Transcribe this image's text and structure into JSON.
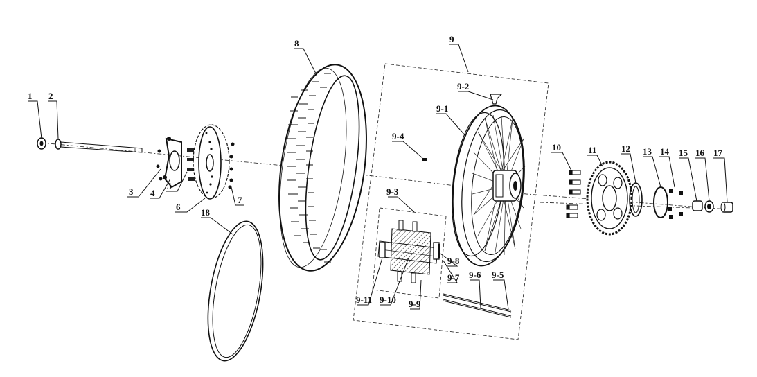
{
  "parts": [
    {
      "id": "p1",
      "label": "1"
    },
    {
      "id": "p2",
      "label": "2"
    },
    {
      "id": "p3",
      "label": "3"
    },
    {
      "id": "p4",
      "label": "4"
    },
    {
      "id": "p5",
      "label": "5"
    },
    {
      "id": "p6",
      "label": "6"
    },
    {
      "id": "p7",
      "label": "7"
    },
    {
      "id": "p8",
      "label": "8"
    },
    {
      "id": "p9",
      "label": "9"
    },
    {
      "id": "p9_1",
      "label": "9-1"
    },
    {
      "id": "p9_2",
      "label": "9-2"
    },
    {
      "id": "p9_3",
      "label": "9-3"
    },
    {
      "id": "p9_4",
      "label": "9-4"
    },
    {
      "id": "p9_5",
      "label": "9-5"
    },
    {
      "id": "p9_6",
      "label": "9-6"
    },
    {
      "id": "p9_7",
      "label": "9-7"
    },
    {
      "id": "p9_8",
      "label": "9-8"
    },
    {
      "id": "p9_9",
      "label": "9-9"
    },
    {
      "id": "p9_10",
      "label": "9-10"
    },
    {
      "id": "p9_11",
      "label": "9-11"
    },
    {
      "id": "p10",
      "label": "10"
    },
    {
      "id": "p11",
      "label": "11"
    },
    {
      "id": "p12",
      "label": "12"
    },
    {
      "id": "p13",
      "label": "13"
    },
    {
      "id": "p14",
      "label": "14"
    },
    {
      "id": "p15",
      "label": "15"
    },
    {
      "id": "p16",
      "label": "16"
    },
    {
      "id": "p17",
      "label": "17"
    },
    {
      "id": "p18",
      "label": "18"
    }
  ]
}
